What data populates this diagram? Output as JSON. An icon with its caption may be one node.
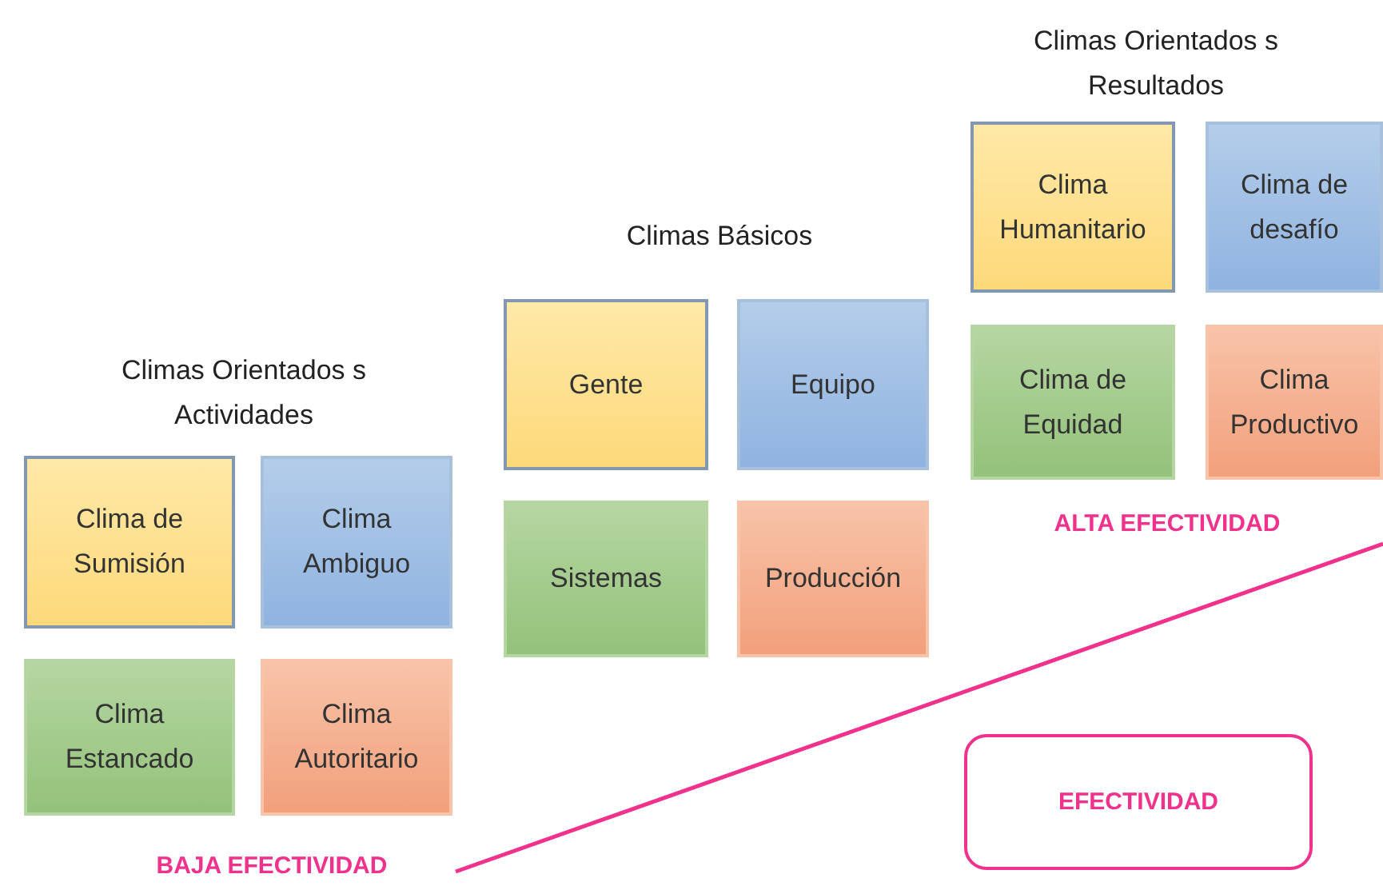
{
  "diagram": {
    "nodes": [
      {
        "text": [
          "Clima de Sumisión"
        ]
      },
      {
        "text": [
          "Clima Ambiguo"
        ]
      },
      {
        "text": [
          "Clima Estancado"
        ]
      },
      {
        "text": [
          "Clima Autoritario"
        ]
      },
      {
        "text": [
          "Gente"
        ]
      },
      {
        "text": [
          "Equipo"
        ]
      },
      {
        "text": [
          "Sistemas"
        ]
      },
      {
        "text": [
          "Producción"
        ]
      },
      {
        "text": [
          "Clima Humanitario"
        ]
      },
      {
        "text": [
          "Clima de desafío"
        ]
      },
      {
        "text": [
          "Clima de Equidad"
        ]
      },
      {
        "text": [
          "Clima Productivo"
        ]
      },
      {
        "text": [
          "EFECTIVIDAD"
        ]
      }
    ],
    "labels": [
      "Climas Orientados s Resultados",
      "Climas Básicos",
      "Climas Orientados s Actividades",
      "ALTA EFECTIVIDAD",
      "BAJA EFECTIVIDAD"
    ]
  }
}
